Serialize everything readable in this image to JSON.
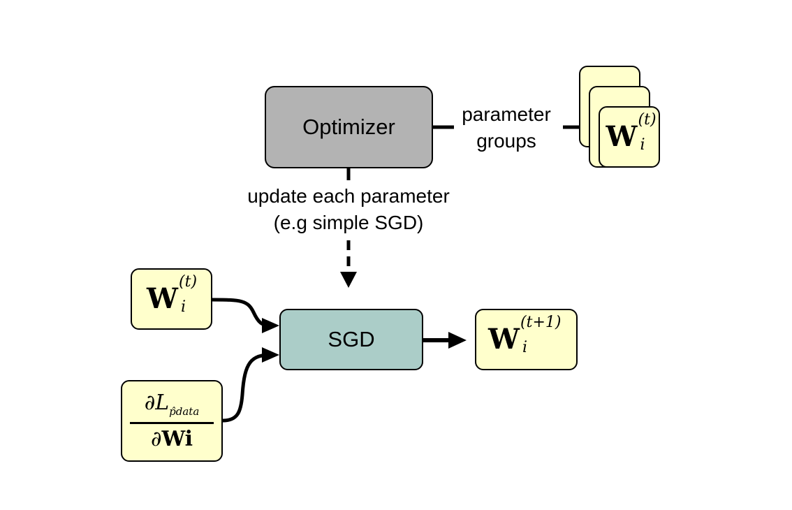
{
  "optimizer": {
    "label": "Optimizer"
  },
  "sgd": {
    "label": "SGD"
  },
  "edges": {
    "param_groups_line1": "parameter",
    "param_groups_line2": "groups",
    "update_line1": "update each parameter",
    "update_line2": "(e.g simple SGD)"
  },
  "weights_in": {
    "symbol": "W",
    "superscript": "(t)",
    "subscript": "i"
  },
  "weights_out": {
    "symbol": "W",
    "superscript": "(t+1)",
    "subscript": "i"
  },
  "param_stack": {
    "symbol": "W",
    "superscript": "(t)",
    "subscript": "i"
  },
  "gradient": {
    "numerator_prefix": "∂L",
    "numerator_subscript": "p̂data",
    "denominator_prefix": "∂",
    "denominator_symbol": "Wi"
  },
  "colors": {
    "optimizer_fill": "#b3b3b3",
    "sgd_fill": "#abcdc8",
    "param_fill": "#ffffcc",
    "stroke": "#000000"
  }
}
